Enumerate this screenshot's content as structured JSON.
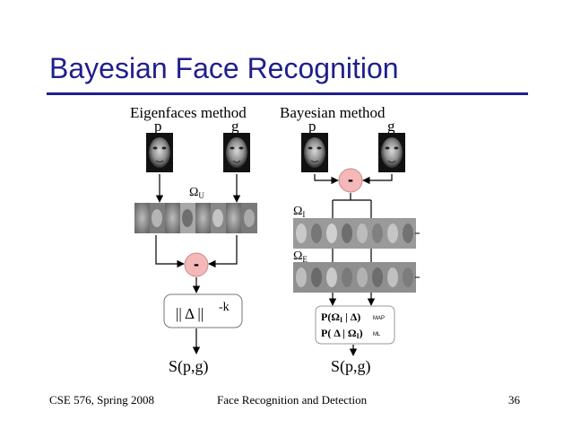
{
  "slide": {
    "title": "Bayesian Face Recognition",
    "footer_left": "CSE 576, Spring 2008",
    "footer_center": "Face Recognition and Detection",
    "footer_right": "36"
  },
  "eigenfaces": {
    "heading": "Eigenfaces method",
    "probe_label": "p",
    "gallery_label": "g",
    "subspace_label": "Ω",
    "subspace_sub": "U",
    "diff_symbol": "-",
    "norm_text": "|| Δ ||",
    "norm_exp": "-k",
    "output": "S(p,g)"
  },
  "bayesian": {
    "heading": "Bayesian method",
    "probe_label": "p",
    "gallery_label": "g",
    "diff_symbol": "-",
    "intra_label": "Ω",
    "intra_sub": "I",
    "extra_label": "Ω",
    "extra_sub": "E",
    "map_formula_a": "P(Ω",
    "map_formula_sub": "I",
    "map_formula_b": " | Δ)",
    "map_tag": "MAP",
    "ml_formula_a": "P( Δ | Ω",
    "ml_formula_sub": "I",
    "ml_formula_b": ")",
    "ml_tag": "ML",
    "output": "S(p,g)"
  },
  "colors": {
    "title": "#1f1f8c",
    "diff_node_fill": "#f4b8b8",
    "diff_node_stroke": "#c98a8a"
  }
}
